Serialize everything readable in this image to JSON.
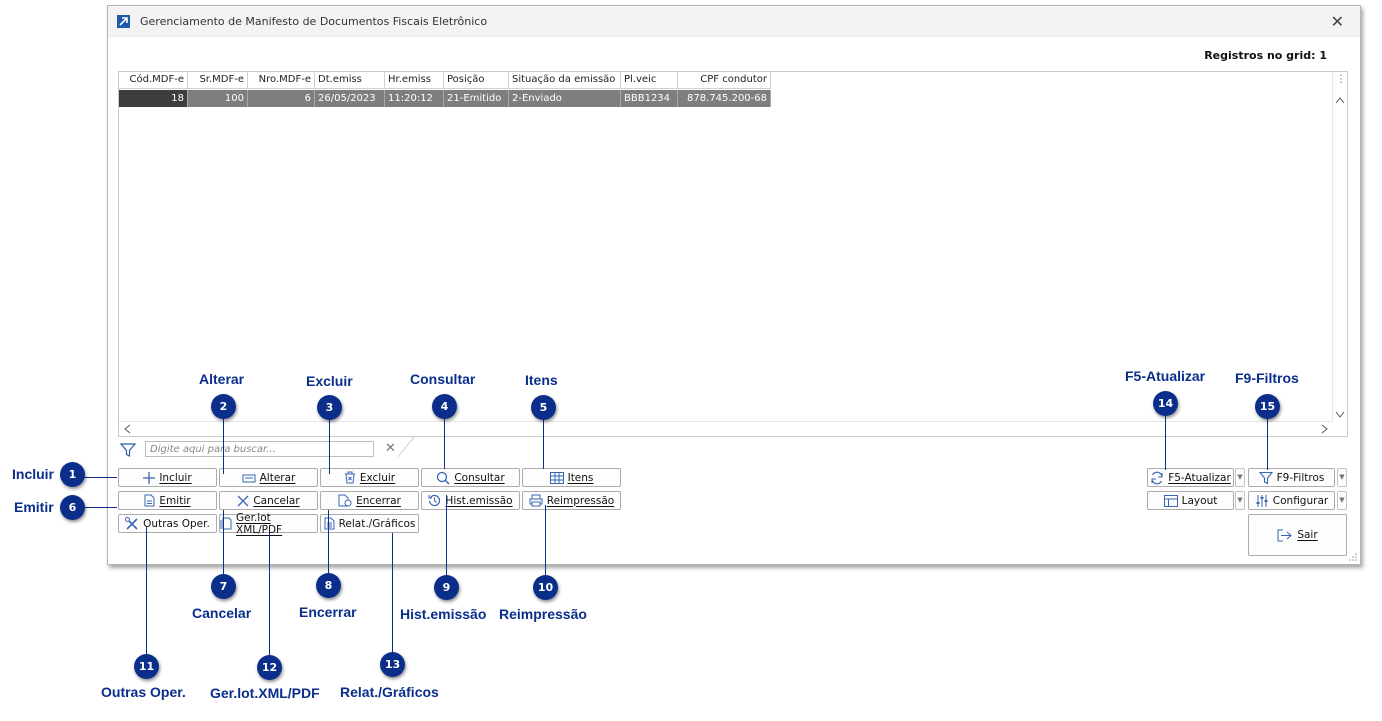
{
  "window": {
    "title": "Gerenciamento de Manifesto de Documentos Fiscais Eletrônico",
    "close_glyph": "✕",
    "records_label": "Registros no grid: 1"
  },
  "grid": {
    "columns": [
      "Cód.MDF-e",
      "Sr.MDF-e",
      "Nro.MDF-e",
      "Dt.emiss",
      "Hr.emiss",
      "Posição",
      "Situação da emissão",
      "Pl.veic",
      "CPF condutor"
    ],
    "rows": [
      [
        "18",
        "100",
        "6",
        "26/05/2023",
        "11:20:12",
        "21-Emitido",
        "2-Enviado",
        "BBB1234",
        "878.745.200-68"
      ]
    ]
  },
  "search": {
    "placeholder": "Digite aqui para buscar..."
  },
  "buttons": {
    "incluir": "Incluir",
    "alterar": "Alterar",
    "excluir": "Excluir",
    "consultar": "Consultar",
    "itens": "Itens",
    "emitir": "Emitir",
    "cancelar": "Cancelar",
    "encerrar": "Encerrar",
    "hist_emissao": "Hist.emissão",
    "reimpressao": "Reimpressão",
    "outras_oper": "Outras Oper.",
    "ger_lot": "Ger.lot XML/PDF",
    "relat": "Relat./Gráficos",
    "f5": "F5-Atualizar",
    "f9": "F9-Filtros",
    "layout": "Layout",
    "configurar": "Configurar",
    "sair": "Sair"
  },
  "callouts": {
    "c1": {
      "n": "1",
      "label": "Incluir"
    },
    "c2": {
      "n": "2",
      "label": "Alterar"
    },
    "c3": {
      "n": "3",
      "label": "Excluir"
    },
    "c4": {
      "n": "4",
      "label": "Consultar"
    },
    "c5": {
      "n": "5",
      "label": "Itens"
    },
    "c6": {
      "n": "6",
      "label": "Emitir"
    },
    "c7": {
      "n": "7",
      "label": "Cancelar"
    },
    "c8": {
      "n": "8",
      "label": "Encerrar"
    },
    "c9": {
      "n": "9",
      "label": "Hist.emissão"
    },
    "c10": {
      "n": "10",
      "label": "Reimpressão"
    },
    "c11": {
      "n": "11",
      "label": "Outras Oper."
    },
    "c12": {
      "n": "12",
      "label": "Ger.lot.XML/PDF"
    },
    "c13": {
      "n": "13",
      "label": "Relat./Gráficos"
    },
    "c14": {
      "n": "14",
      "label": "F5-Atualizar"
    },
    "c15": {
      "n": "15",
      "label": "F9-Filtros"
    }
  },
  "colors": {
    "accent": "#0b2e8b",
    "row_selected": "#3d3d3d",
    "row": "#7e7e7e"
  }
}
